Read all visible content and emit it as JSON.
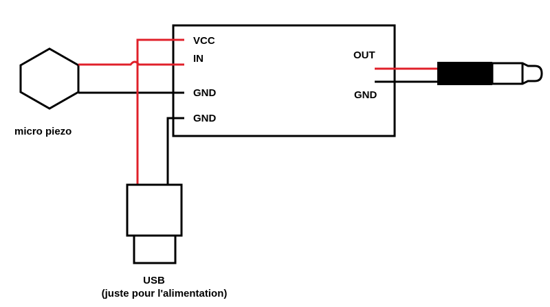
{
  "module": {
    "pins_left": [
      "VCC",
      "IN",
      "GND",
      "GND"
    ],
    "pins_right": [
      "OUT",
      "GND"
    ]
  },
  "components": {
    "piezo_label": "micro piezo",
    "usb_label_line1": "USB",
    "usb_label_line2": "(juste pour l'alimentation)"
  },
  "colors": {
    "wire_power": "#e0202a",
    "wire_ground": "#000000",
    "background": "#ffffff"
  }
}
